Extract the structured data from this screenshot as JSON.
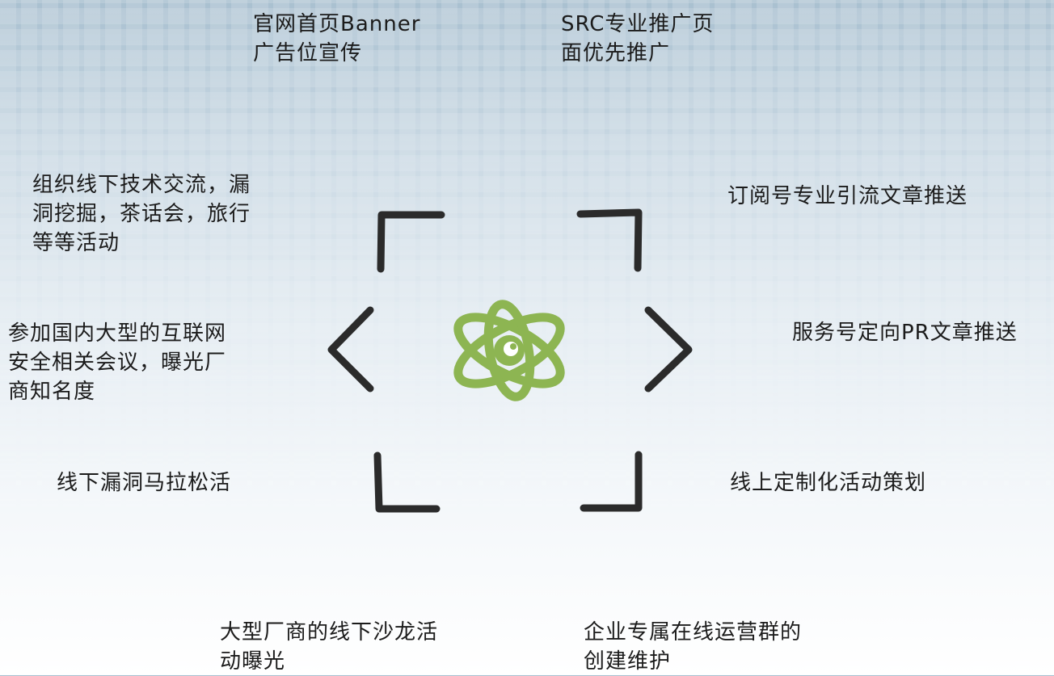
{
  "labels": {
    "top_left": "官网首页Banner\n广告位宣传",
    "top_right": "SRC专业推广页\n面优先推广",
    "upper_left": "组织线下技术交流，漏\n洞挖掘，茶话会，旅行\n等等活动",
    "upper_right": "订阅号专业引流文章推送",
    "middle_left": "参加国内大型的互联网\n安全相关会议，曝光厂\n商知名度",
    "middle_right": "服务号定向PR文章推送",
    "lower_left": "线下漏洞马拉松活",
    "lower_right": "线上定制化活动策划",
    "bottom_left": "大型厂商的线下沙龙活\n动曝光",
    "bottom_right": "企业专属在线运营群的\n创建维护"
  },
  "colors": {
    "logo": "#8db552",
    "bracket": "#2b2b2b",
    "text": "#1b1b1b"
  },
  "icons": {
    "logo": "atom-eye-logo-icon"
  }
}
